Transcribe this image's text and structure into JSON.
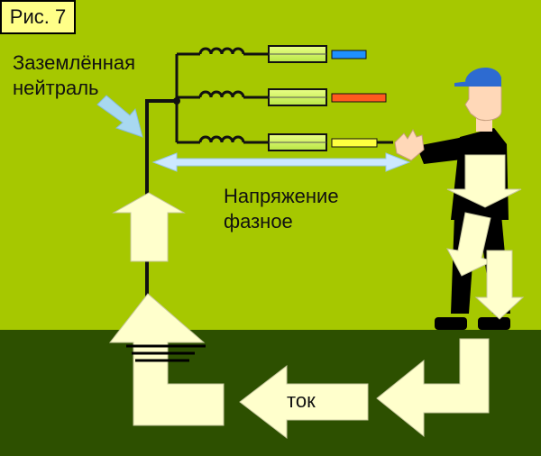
{
  "figure_label": "Рис. 7",
  "neutral_label": [
    "Заземлённая",
    "нейтраль"
  ],
  "voltage_label": [
    "Напряжение",
    "фазное"
  ],
  "current_label": "ток",
  "colors": {
    "background": "#a6c800",
    "ground": "#2d5000",
    "arrow_fill": "#ffffcc",
    "phase_a": "#1e90ff",
    "phase_b": "#ff5a1e",
    "phase_c": "#ffff40",
    "fuse": "#ccff66",
    "cap": "#2d6bd1",
    "jacket": "#000000",
    "skin": "#ffd8b8"
  },
  "icons": [
    "inductor-coil",
    "fuse",
    "ground-electrode",
    "worker-figure"
  ]
}
